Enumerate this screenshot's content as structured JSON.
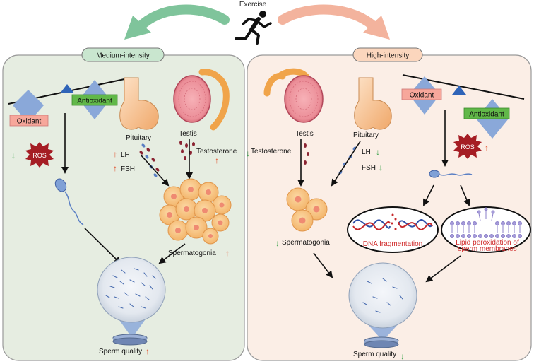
{
  "title": "Exercise",
  "colors": {
    "medium_panel": "#e6ede1",
    "high_panel": "#fbeee6",
    "medium_arrow": "#7fc49b",
    "high_arrow": "#f3b39d",
    "medium_pill": "#c9e6cf",
    "high_pill": "#fbd6bd",
    "oxidant_fill": "#f7a79b",
    "antioxidant_fill": "#61b849",
    "diamond": "#8aa8d9",
    "ros": "#a51d24",
    "up_arrow": "#e2542f",
    "down_arrow": "#3aa14a"
  },
  "medium": {
    "label": "Medium-intensity",
    "oxidant": "Oxidant",
    "antioxidant": "Antioxidant",
    "ros": "ROS",
    "pituitary": "Pituitary",
    "testis": "Testis",
    "lh": "LH",
    "fsh": "FSH",
    "testosterone": "Testosterone",
    "spermatogonia": "Spermatogonia",
    "sperm_quality": "Sperm quality"
  },
  "high": {
    "label": "High-intensity",
    "oxidant": "Oxidant",
    "antioxidant": "Antioxidant",
    "ros": "ROS",
    "testis": "Testis",
    "pituitary": "Pituitary",
    "testosterone": "Testosterone",
    "lh": "LH",
    "fsh": "FSH",
    "spermatogonia": "Spermatogonia",
    "dna_fragmentation": "DNA fragmentation",
    "lipid_line1": "Lipid peroxidation of",
    "lipid_line2": "sperm membranes",
    "sperm_quality": "Sperm quality"
  }
}
